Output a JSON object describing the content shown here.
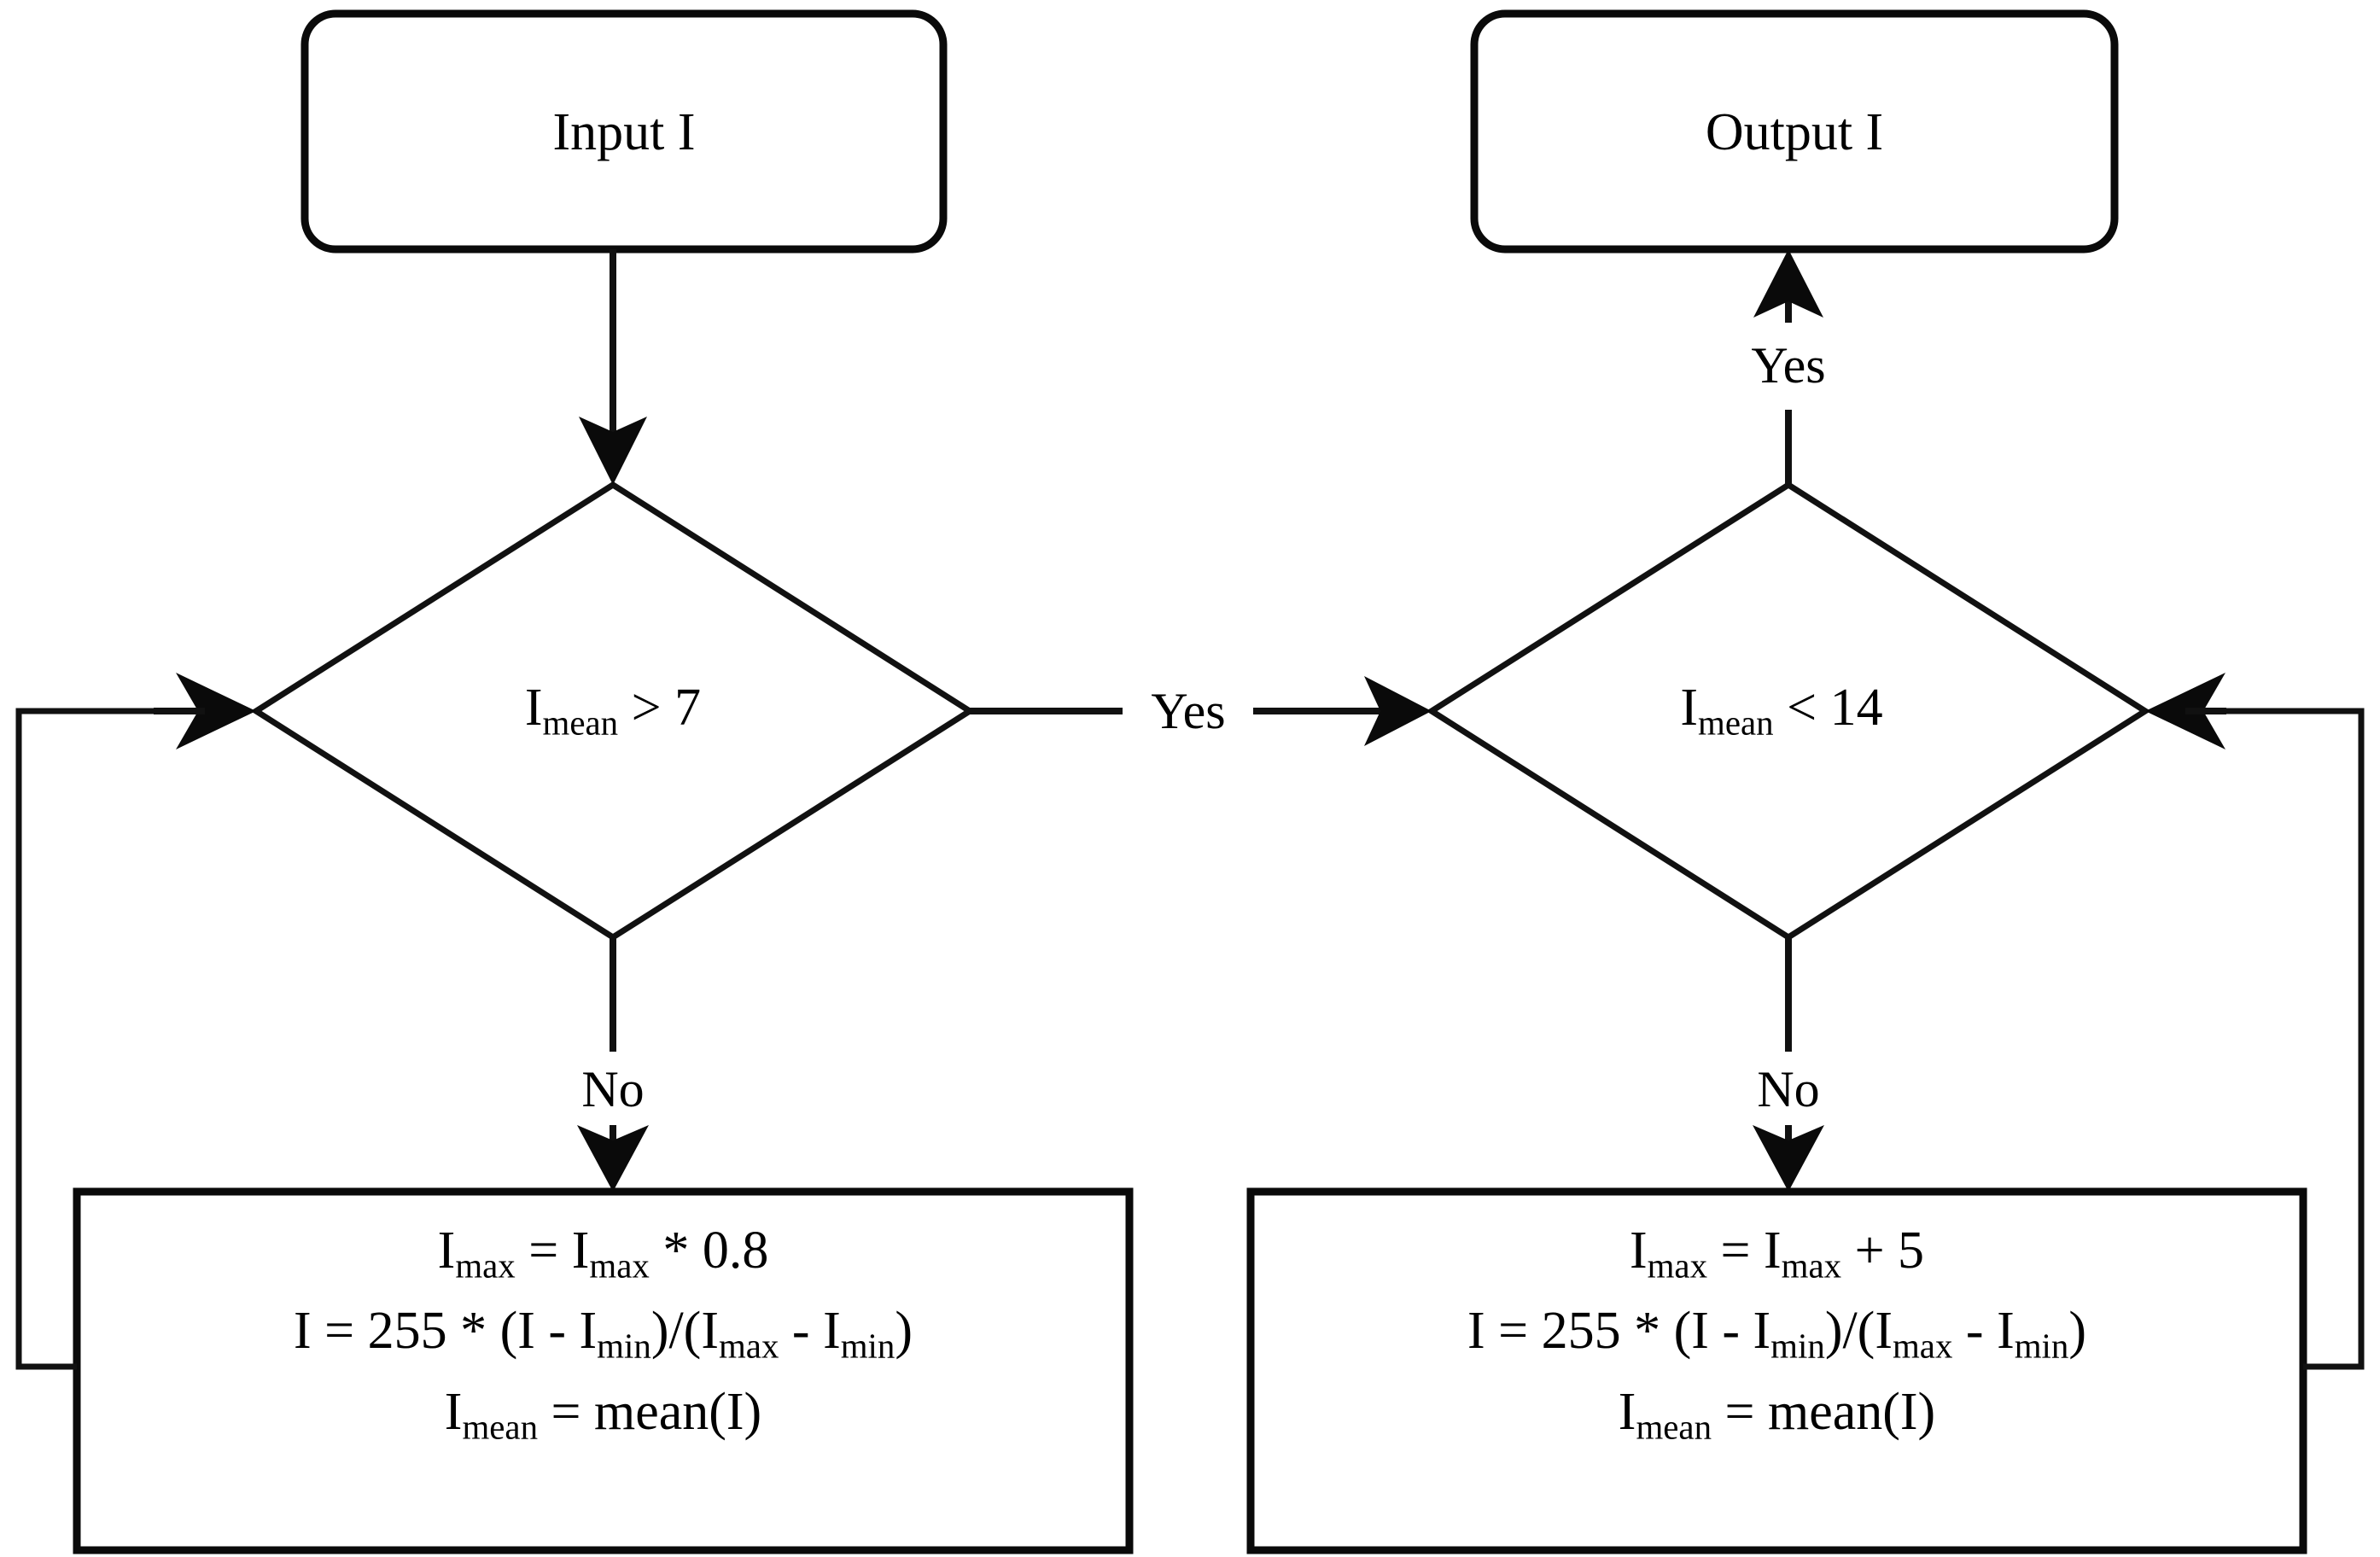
{
  "diagram": {
    "title": "Image intensity normalization flowchart",
    "type": "flowchart",
    "colors": {
      "stroke": "#0a0a0a",
      "background": "#ffffff",
      "text": "#000000"
    },
    "nodes": {
      "input": {
        "label": "Input I",
        "shape": "rounded-rectangle"
      },
      "output": {
        "label": "Output I",
        "shape": "rounded-rectangle"
      },
      "decision_left": {
        "shape": "diamond",
        "var": "I",
        "sub": "mean",
        "op": "> 7",
        "full": "Imean > 7"
      },
      "decision_right": {
        "shape": "diamond",
        "var": "I",
        "sub": "mean",
        "op": "< 14",
        "full": "Imean < 14"
      },
      "process_left": {
        "shape": "rectangle",
        "lines": [
          {
            "pre": "I",
            "sub1": "max",
            "mid": "  =  I",
            "sub2": "max",
            "post": " * 0.8"
          },
          {
            "full": "I = 255 * (I - Imin)/(Imax - Imin)"
          },
          {
            "pre2": "I",
            "sub3": "mean",
            "post2": " = mean(I)"
          }
        ]
      },
      "process_right": {
        "shape": "rectangle",
        "lines": [
          {
            "pre": "I",
            "sub1": "max",
            "mid": "  =  I",
            "sub2": "max",
            "post": " + 5"
          },
          {
            "full": "I = 255 * (I - Imin)/(Imax - Imin)"
          },
          {
            "pre2": "I",
            "sub3": "mean",
            "post2": " = mean(I)"
          }
        ]
      }
    },
    "edge_labels": {
      "left_no": "No",
      "right_no": "No",
      "middle_yes": "Yes",
      "top_yes": "Yes"
    }
  }
}
